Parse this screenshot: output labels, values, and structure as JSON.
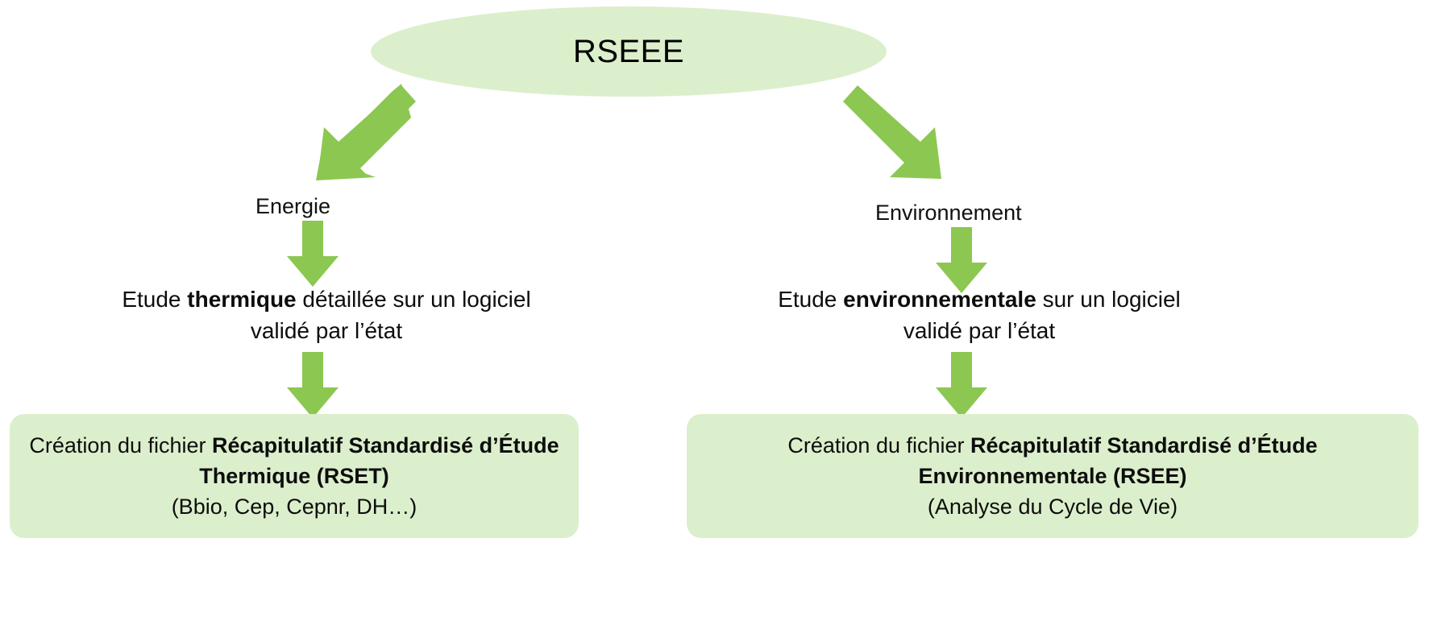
{
  "diagram": {
    "title": "RSEEE",
    "accent_color": "#8CC751",
    "fill_color": "#DCEFCC",
    "text_color": "#0d0d0d",
    "root": {
      "label": "RSEEE",
      "shape": "ellipse"
    },
    "branches": [
      {
        "id": "energie",
        "label": "Energie",
        "step": {
          "prefix": "Etude ",
          "emphasis": "thermique",
          "suffix": " détaillée sur un logiciel validé par l’état"
        },
        "result": {
          "prefix": "Création du fichier ",
          "emphasis": "Récapitulatif Standardisé d’Étude Thermique (RSET)",
          "suffix": "",
          "note": "(Bbio, Cep, Cepnr, DH…)"
        }
      },
      {
        "id": "environnement",
        "label": "Environnement",
        "step": {
          "prefix": "Etude ",
          "emphasis": "environnementale",
          "suffix": " sur un logiciel validé par l’état"
        },
        "result": {
          "prefix": "Création du fichier ",
          "emphasis": "Récapitulatif Standardisé d’Étude Environnementale (RSEE)",
          "suffix": "",
          "note": "(Analyse du Cycle de Vie)"
        }
      }
    ],
    "arrows": [
      {
        "name": "arrow-root-to-energie",
        "direction": "down-left"
      },
      {
        "name": "arrow-root-to-environnement",
        "direction": "down-right"
      },
      {
        "name": "arrow-energie-to-step",
        "direction": "down"
      },
      {
        "name": "arrow-step-to-rset",
        "direction": "down"
      },
      {
        "name": "arrow-environnement-to-step",
        "direction": "down"
      },
      {
        "name": "arrow-step-to-rsee",
        "direction": "down"
      }
    ]
  }
}
